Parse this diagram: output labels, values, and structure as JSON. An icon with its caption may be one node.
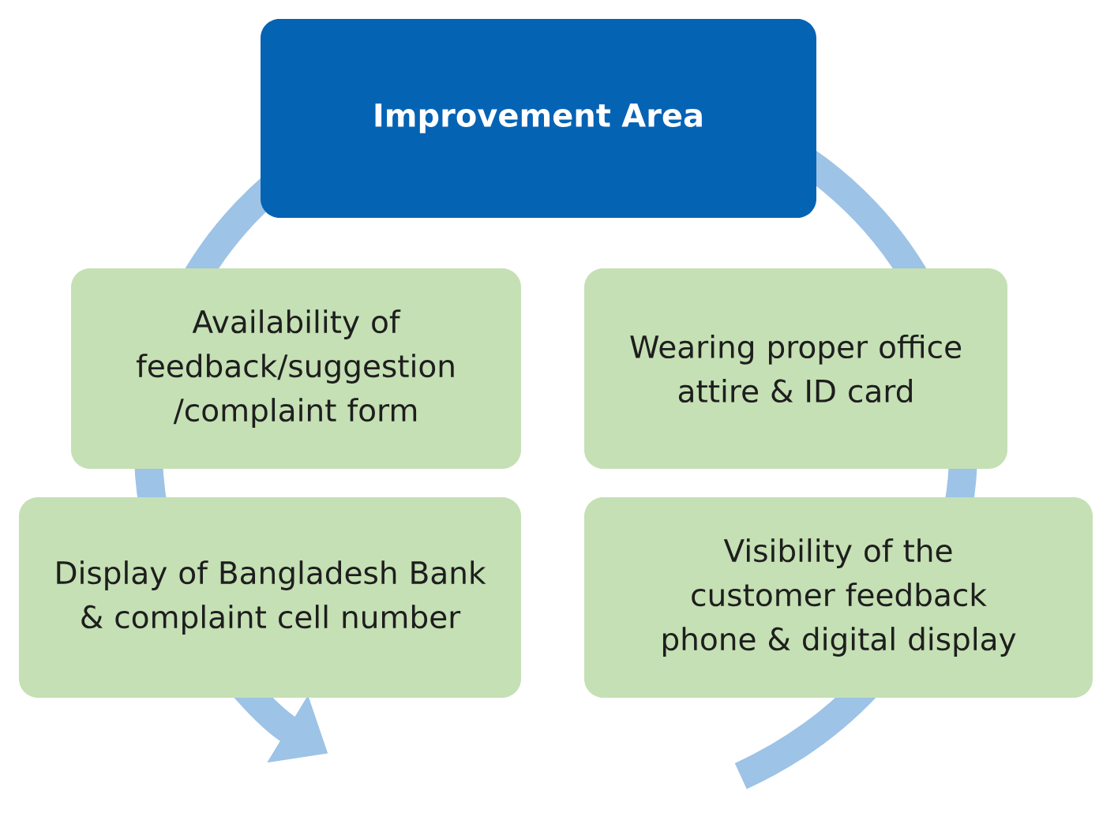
{
  "diagram": {
    "nodes": [
      {
        "text": [
          "Improvement Area"
        ]
      },
      {
        "text": [
          "Availability of feedback/suggestion /complaint form"
        ]
      },
      {
        "text": [
          "Wearing proper office attire & ID card"
        ]
      },
      {
        "text": [
          "Display of Bangladesh Bank & complaint cell number"
        ]
      },
      {
        "text": [
          "Visibility of the customer feedback phone & digital display"
        ]
      }
    ],
    "edges": []
  }
}
